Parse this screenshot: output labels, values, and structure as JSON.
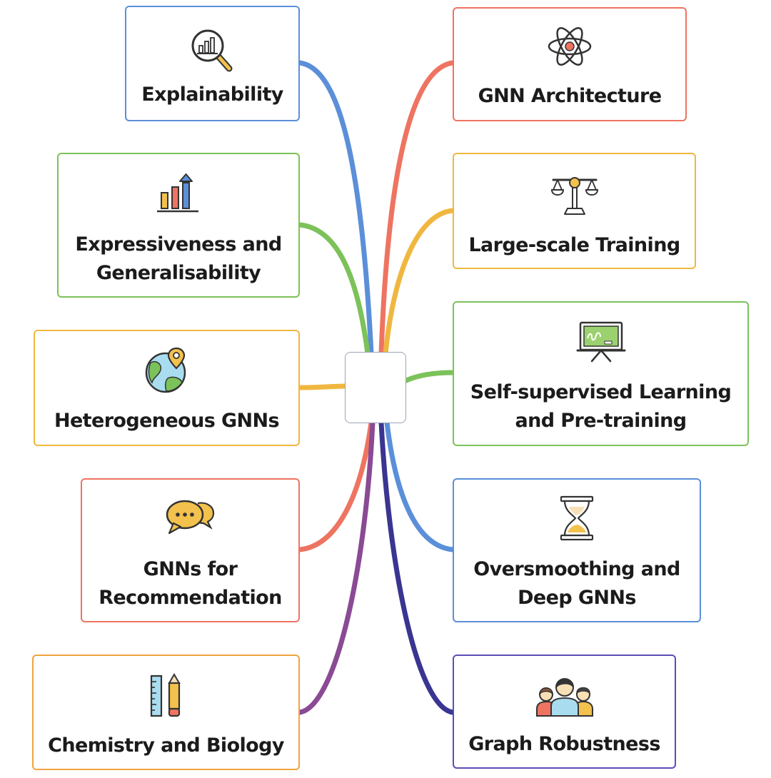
{
  "nodes": {
    "explainability": {
      "lines": [
        "Explainability"
      ],
      "color": "#5b8fd9",
      "icon": "magnifier-chart-icon"
    },
    "expressiveness": {
      "lines": [
        "Expressiveness and",
        "Generalisability"
      ],
      "color": "#7cc25a",
      "icon": "bar-chart-arrow-icon"
    },
    "heterogeneous": {
      "lines": [
        "Heterogeneous GNNs"
      ],
      "color": "#f0b740",
      "icon": "globe-pin-icon"
    },
    "recommendation": {
      "lines": [
        "GNNs for",
        "Recommendation"
      ],
      "color": "#ee7461",
      "icon": "chat-bubbles-icon"
    },
    "chemistry": {
      "lines": [
        "Chemistry and Biology"
      ],
      "color": "#f0a440",
      "icon": "ruler-pencil-icon"
    },
    "architecture": {
      "lines": [
        "GNN Architecture"
      ],
      "color": "#ee7461",
      "icon": "atom-icon"
    },
    "large_scale": {
      "lines": [
        "Large-scale Training"
      ],
      "color": "#f0b740",
      "icon": "balance-scale-icon"
    },
    "self_supervised": {
      "lines": [
        "Self-supervised Learning",
        "and Pre-training"
      ],
      "color": "#7cc25a",
      "icon": "blackboard-easel-icon"
    },
    "oversmoothing": {
      "lines": [
        "Oversmoothing and",
        "Deep GNNs"
      ],
      "color": "#5b8fd9",
      "icon": "hourglass-icon"
    },
    "robustness": {
      "lines": [
        "Graph Robustness"
      ],
      "color": "#5b4db8",
      "icon": "people-group-icon"
    }
  },
  "link_colors": {
    "explainability": "#5b8fd9",
    "expressiveness": "#7cc25a",
    "heterogeneous": "#f0b740",
    "recommendation": "#ee7461",
    "chemistry": "#8a4a94",
    "architecture": "#ee7461",
    "large_scale": "#f0b740",
    "self_supervised": "#7cc25a",
    "oversmoothing": "#5b8fd9",
    "robustness": "#3a3590"
  }
}
